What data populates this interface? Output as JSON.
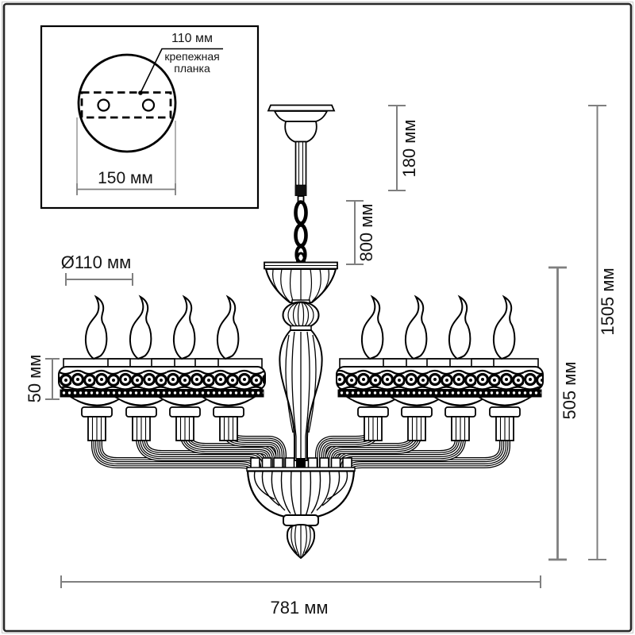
{
  "inset": {
    "hole_spacing_label": "110 мм",
    "mounting_plate_label_line1": "крепежная",
    "mounting_plate_label_line2": "планка",
    "plate_width_label": "150 мм"
  },
  "dimensions": {
    "canopy_drop": "180 мм",
    "chain_drop": "800 мм",
    "shade_diameter": "Ø110 мм",
    "shade_height": "50 мм",
    "body_height": "505 мм",
    "total_height": "1505 мм",
    "overall_width": "781 мм"
  },
  "colors": {
    "ink": "#000000",
    "dimension_line": "#7f7f7f",
    "background": "#ffffff"
  }
}
